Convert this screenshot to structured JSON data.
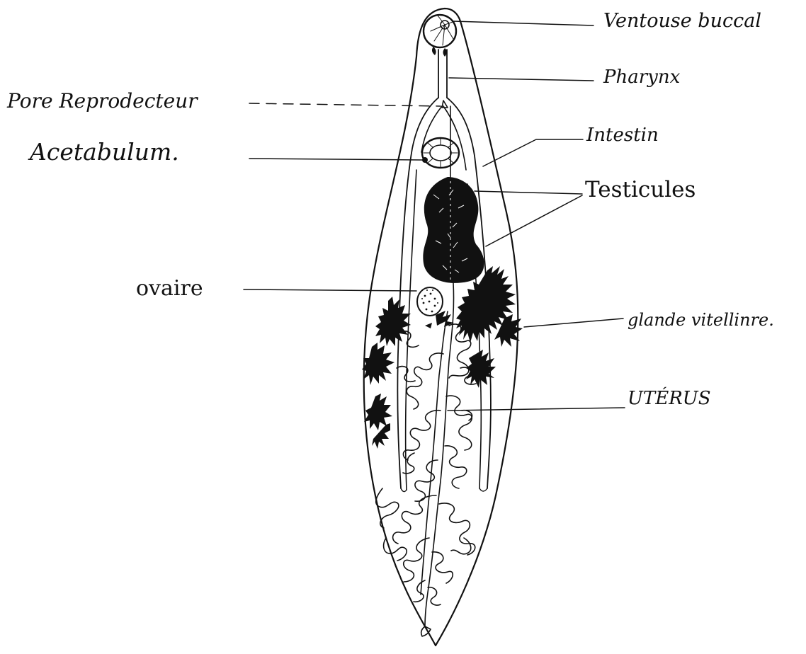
{
  "diagram": {
    "labels": {
      "ventouse_buccal": "Ventouse buccal",
      "pharynx": "Pharynx",
      "pore_reproducteur": "Pore Reprodecteur",
      "intestin": "Intestin",
      "acetabulum": "Acetabulum.",
      "testicules": "Testicules",
      "ovaire": "ovaire",
      "glande_vitelline": "glande vitellinre.",
      "uterus": "UTÉRUS"
    },
    "colors": {
      "ink": "#111111",
      "background": "#ffffff"
    }
  }
}
